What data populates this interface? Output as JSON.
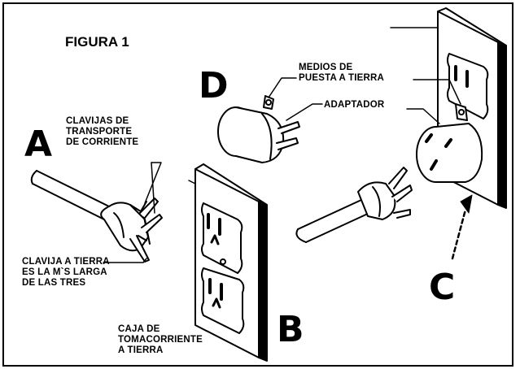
{
  "figure_title": "FIGURA 1",
  "letters": {
    "a": "A",
    "b": "B",
    "c": "C",
    "d": "D"
  },
  "labels": {
    "current_prongs": [
      "CLAVIJAS DE",
      "TRANSPORTE",
      "DE CORRIENTE"
    ],
    "ground_prong": [
      "CLAVIJA A TIERRA",
      "ES LA M`S LARGA",
      "DE LAS TRES"
    ],
    "outlet_box": [
      "CAJA DE",
      "TOMACORRIENTE",
      "A TIERRA"
    ],
    "grounding_means": [
      "MEDIOS DE",
      "PUESTA A TIERRA"
    ],
    "adapter": "ADAPTADOR"
  }
}
